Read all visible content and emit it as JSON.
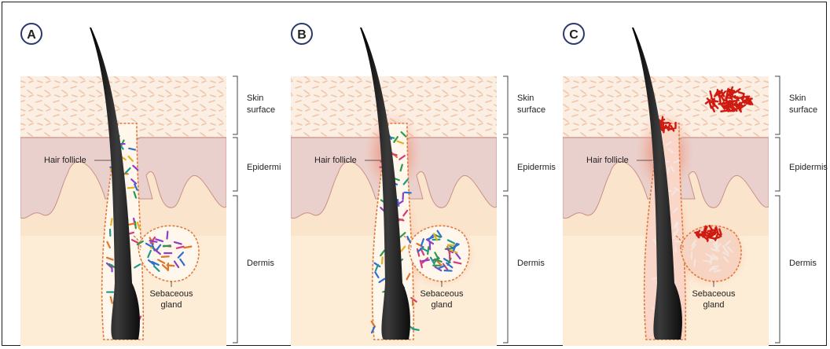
{
  "panels": [
    {
      "letter": "A",
      "hair_follicle_label": "Hair follicle",
      "gland_label_line1": "Sebaceous",
      "gland_label_line2": "gland",
      "layers": {
        "skin_line1": "Skin",
        "skin_line2": "surface",
        "epidermis": "Epidermi",
        "dermis": "Dermis"
      },
      "stage": "normal"
    },
    {
      "letter": "B",
      "hair_follicle_label": "Hair follicle",
      "gland_label_line1": "Sebaceous",
      "gland_label_line2": "gland",
      "layers": {
        "skin_line1": "Skin",
        "skin_line2": "surface",
        "epidermis": "Epidermis",
        "dermis": "Dermis"
      },
      "stage": "inflamed"
    },
    {
      "letter": "C",
      "hair_follicle_label": "Hair follicle",
      "gland_label_line1": "Sebaceous",
      "gland_label_line2": "gland",
      "layers": {
        "skin_line1": "Skin",
        "skin_line2": "surface",
        "epidermis": "Epidermis",
        "dermis": "Dermis"
      },
      "stage": "overgrowth"
    }
  ],
  "colors": {
    "skin_surface": "#fbeee3",
    "skin_dash": "#f2c9b0",
    "epidermis": "#ead0cc",
    "dermis": "#fbe4cc",
    "dermis_pale": "#fff3e0",
    "hair": "#111111",
    "circle_stroke": "#2b3a6b",
    "inflammation": "#e4523b",
    "dense_bacteria": "#cf1a10"
  }
}
